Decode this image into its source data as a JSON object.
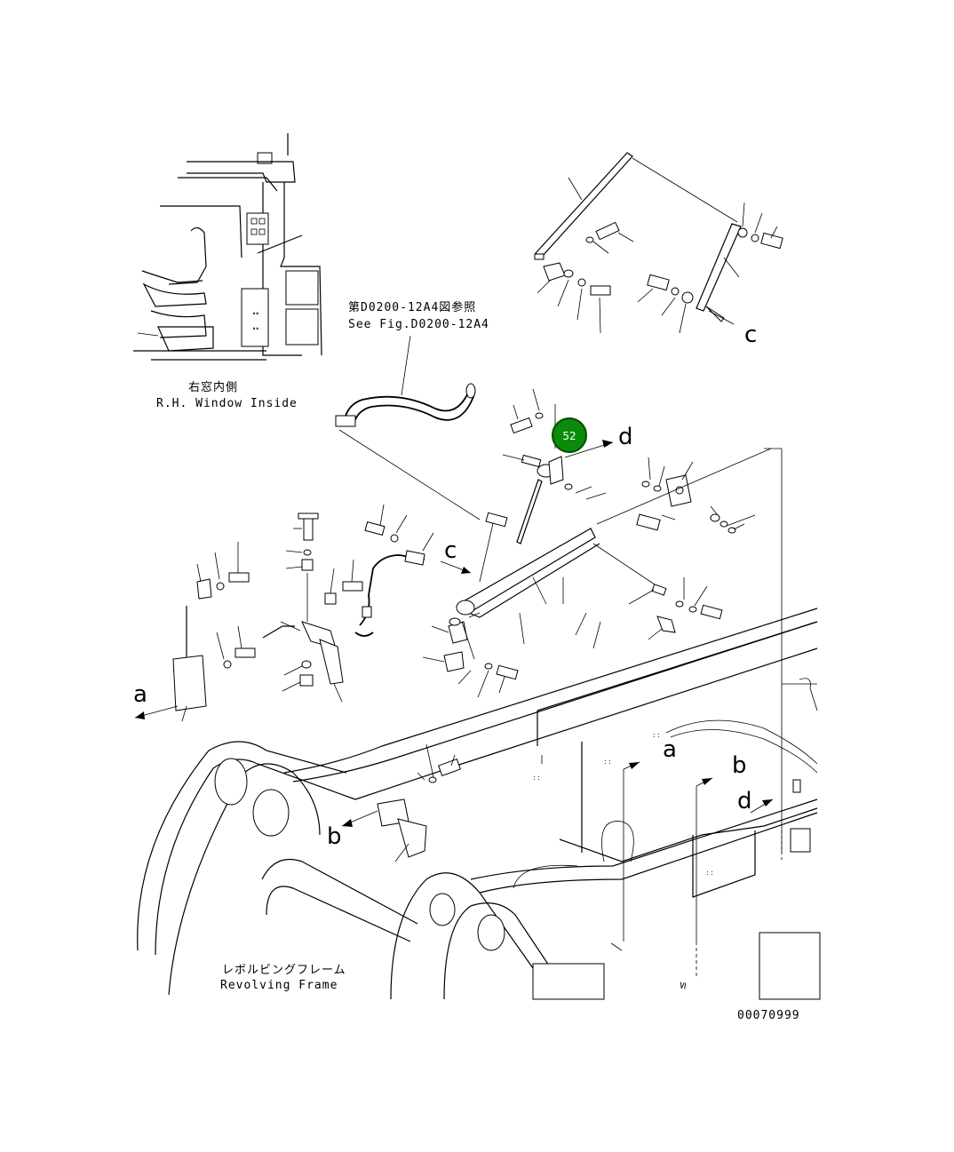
{
  "labels": {
    "see_fig_jp": "第D0200-12A4図参照",
    "see_fig_en": "See Fig.D0200-12A4",
    "rh_window_jp": "右窓内側",
    "rh_window_en": "R.H. Window Inside",
    "revolving_frame_jp": "レボルビングフレーム",
    "revolving_frame_en": "Revolving Frame",
    "drawing_number": "00070999"
  },
  "callout": {
    "number": "52",
    "color": "#0b8a0b",
    "border": "#004d00"
  },
  "connection_letters": {
    "a": "a",
    "b": "b",
    "c": "c",
    "d": "d"
  }
}
